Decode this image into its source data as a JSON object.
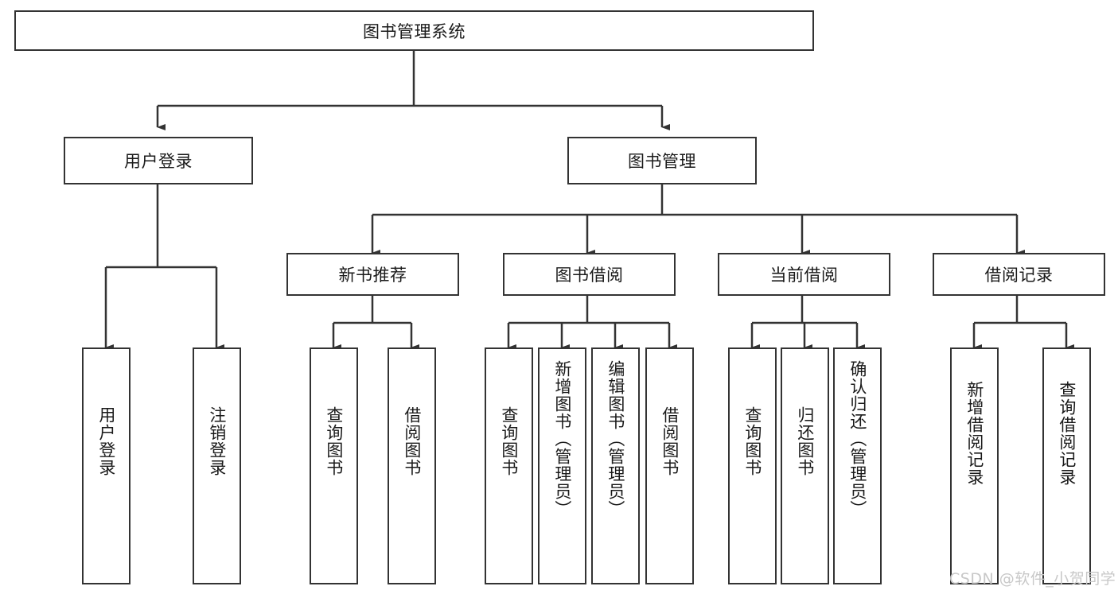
{
  "diagram": {
    "type": "tree-hierarchy",
    "title": "图书管理系统",
    "root": {
      "label": "图书管理系统"
    },
    "level1": [
      {
        "label": "用户登录"
      },
      {
        "label": "图书管理"
      }
    ],
    "level2": [
      {
        "label": "新书推荐"
      },
      {
        "label": "图书借阅"
      },
      {
        "label": "当前借阅"
      },
      {
        "label": "借阅记录"
      }
    ],
    "leaves": {
      "user_login": [
        {
          "label": "用户登录"
        },
        {
          "label": "注销登录"
        }
      ],
      "new_book_recommend": [
        {
          "label": "查询图书"
        },
        {
          "label": "借阅图书"
        }
      ],
      "book_borrow": [
        {
          "label": "查询图书"
        },
        {
          "label": "新增图书（管理员）"
        },
        {
          "label": "编辑图书（管理员）"
        },
        {
          "label": "借阅图书"
        }
      ],
      "current_borrow": [
        {
          "label": "查询图书"
        },
        {
          "label": "归还图书"
        },
        {
          "label": "确认归还（管理员）"
        }
      ],
      "borrow_record": [
        {
          "label": "新增借阅记录"
        },
        {
          "label": "查询借阅记录"
        }
      ]
    }
  },
  "watermark": {
    "text": "CSDN @软件_小贺同学"
  },
  "colors": {
    "border": "#333333",
    "background": "#ffffff",
    "text": "#1a1a1a",
    "watermark": "#c8c8c8"
  }
}
